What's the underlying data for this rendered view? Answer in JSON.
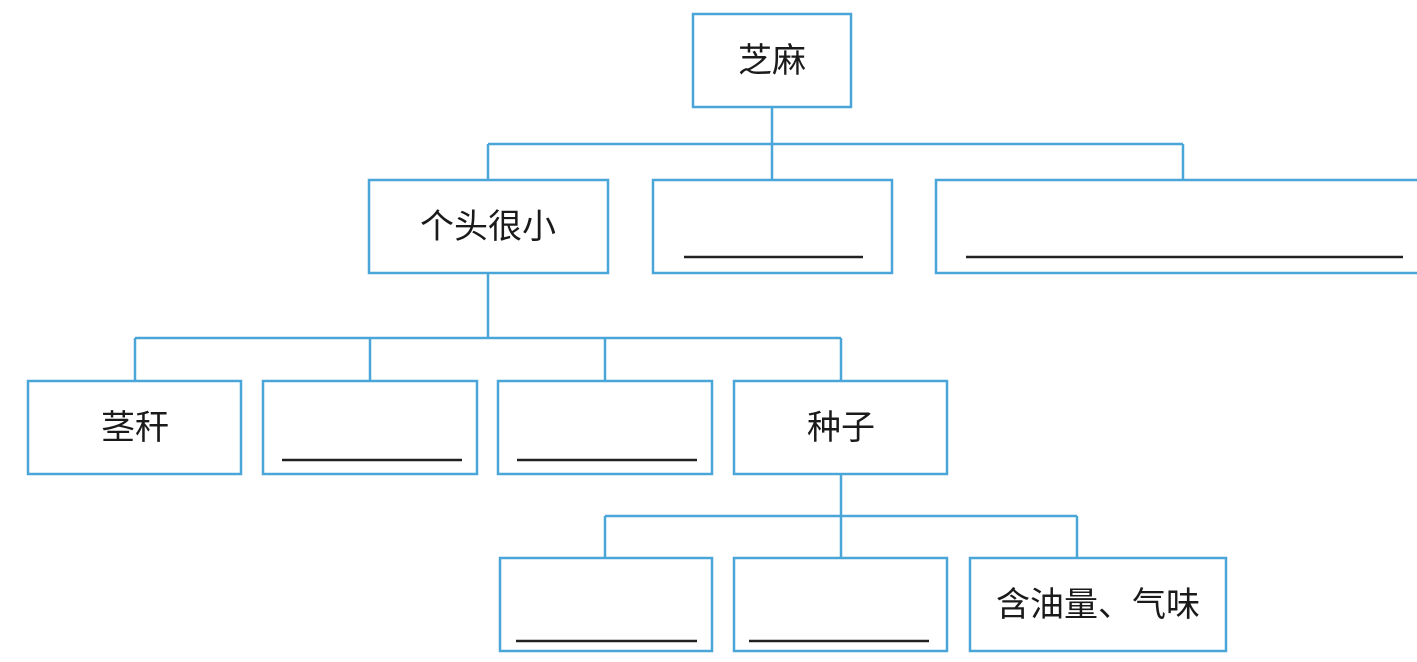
{
  "diagram": {
    "root": {
      "label": "芝麻"
    },
    "level1": [
      {
        "label": "个头很小"
      },
      {
        "label": ""
      },
      {
        "label": ""
      }
    ],
    "level2": [
      {
        "label": "茎秆"
      },
      {
        "label": ""
      },
      {
        "label": ""
      },
      {
        "label": "种子"
      }
    ],
    "level3": [
      {
        "label": ""
      },
      {
        "label": ""
      },
      {
        "label": "含油量、气味"
      }
    ]
  }
}
